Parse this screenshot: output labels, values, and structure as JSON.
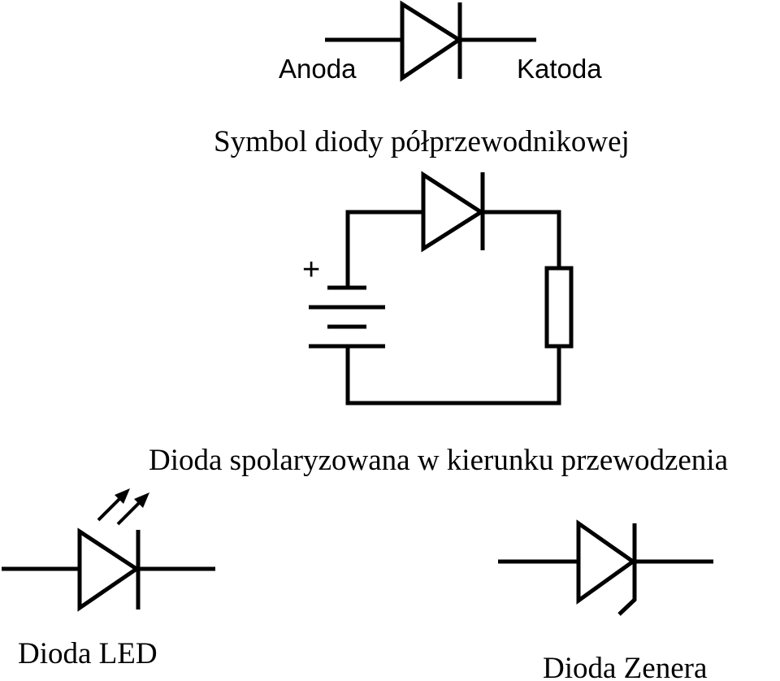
{
  "labels": {
    "anode": "Anoda",
    "cathode": "Katoda",
    "diode_symbol_caption": "Symbol diody półprzewodnikowej",
    "plus_sign": "+",
    "forward_bias_caption": "Dioda spolaryzowana w kierunku przewodzenia",
    "led_caption": "Dioda LED",
    "zener_caption": "Dioda Zenera"
  },
  "colors": {
    "ink": "#000000",
    "background": "#ffffff"
  }
}
